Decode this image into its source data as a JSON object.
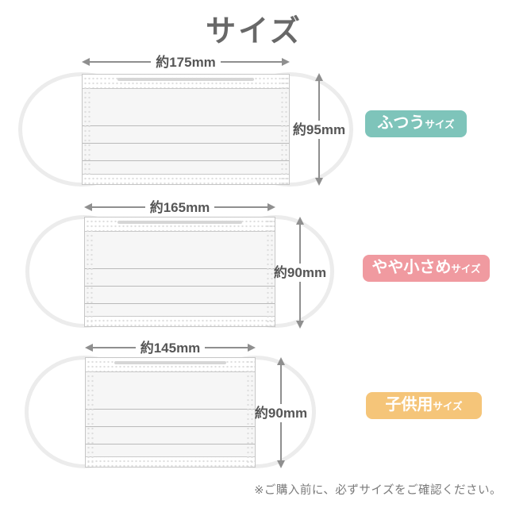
{
  "title": "サイズ",
  "note": "※ご購入前に、必ずサイズをご確認ください。",
  "colors": {
    "title_text": "#686868",
    "dimension_text": "#565656",
    "arrow": "#8f8f8f",
    "mask_border": "#c6c6c6",
    "ear_loop": "#ececec",
    "badge_text": "#ffffff",
    "note_text": "#7a7a7a",
    "badge_futsuu": "#7ec4ba",
    "badge_yaya_chiisame": "#f09aa0",
    "badge_kodomo": "#f5c579"
  },
  "masks": [
    {
      "name": "futsuu",
      "width_label": "約175mm",
      "height_label": "約95mm",
      "badge_main": "ふつう",
      "badge_suffix": "サイズ",
      "badge_color": "#7ec4ba"
    },
    {
      "name": "yaya-chiisame",
      "width_label": "約165mm",
      "height_label": "約90mm",
      "badge_main": "やや小さめ",
      "badge_suffix": "サイズ",
      "badge_color": "#f09aa0"
    },
    {
      "name": "kodomo",
      "width_label": "約145mm",
      "height_label": "約90mm",
      "badge_main": "子供用",
      "badge_suffix": "サイズ",
      "badge_color": "#f5c579"
    }
  ]
}
